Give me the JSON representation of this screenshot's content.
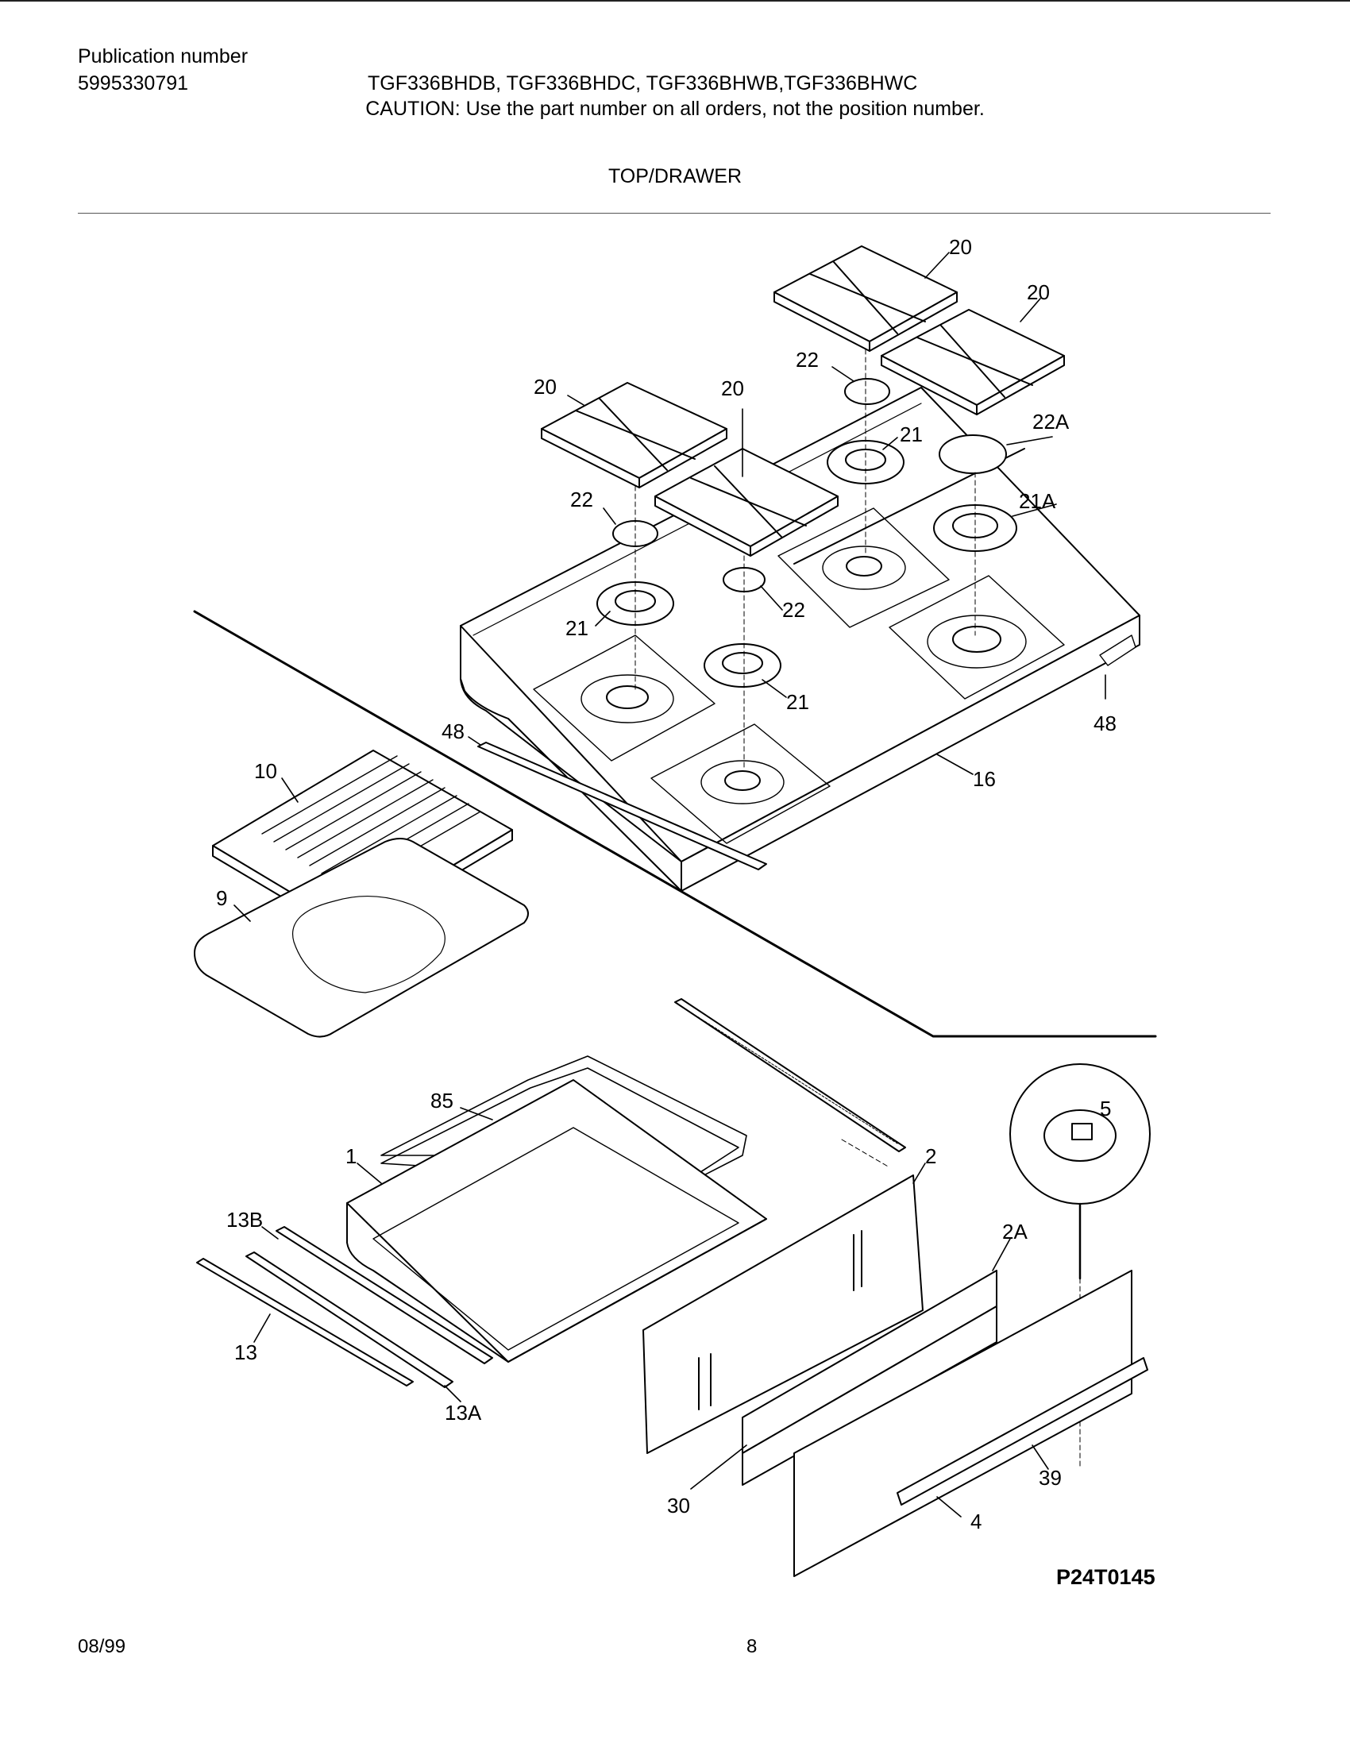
{
  "header": {
    "pub_label": "Publication number",
    "pub_number": "5995330791",
    "models": "TGF336BHDB, TGF336BHDC, TGF336BHWB,TGF336BHWC",
    "caution": "CAUTION:  Use the part number on all orders, not the position number.",
    "section_title": "TOP/DRAWER"
  },
  "diagram": {
    "callouts": [
      "20",
      "20",
      "20",
      "20",
      "22",
      "22",
      "22",
      "22A",
      "21",
      "21",
      "21",
      "21A",
      "48",
      "48",
      "16",
      "10",
      "9",
      "85",
      "1",
      "2",
      "2A",
      "5",
      "13B",
      "13",
      "13A",
      "30",
      "39",
      "4"
    ],
    "figure_code": "P24T0145"
  },
  "footer": {
    "date": "08/99",
    "page": "8"
  }
}
